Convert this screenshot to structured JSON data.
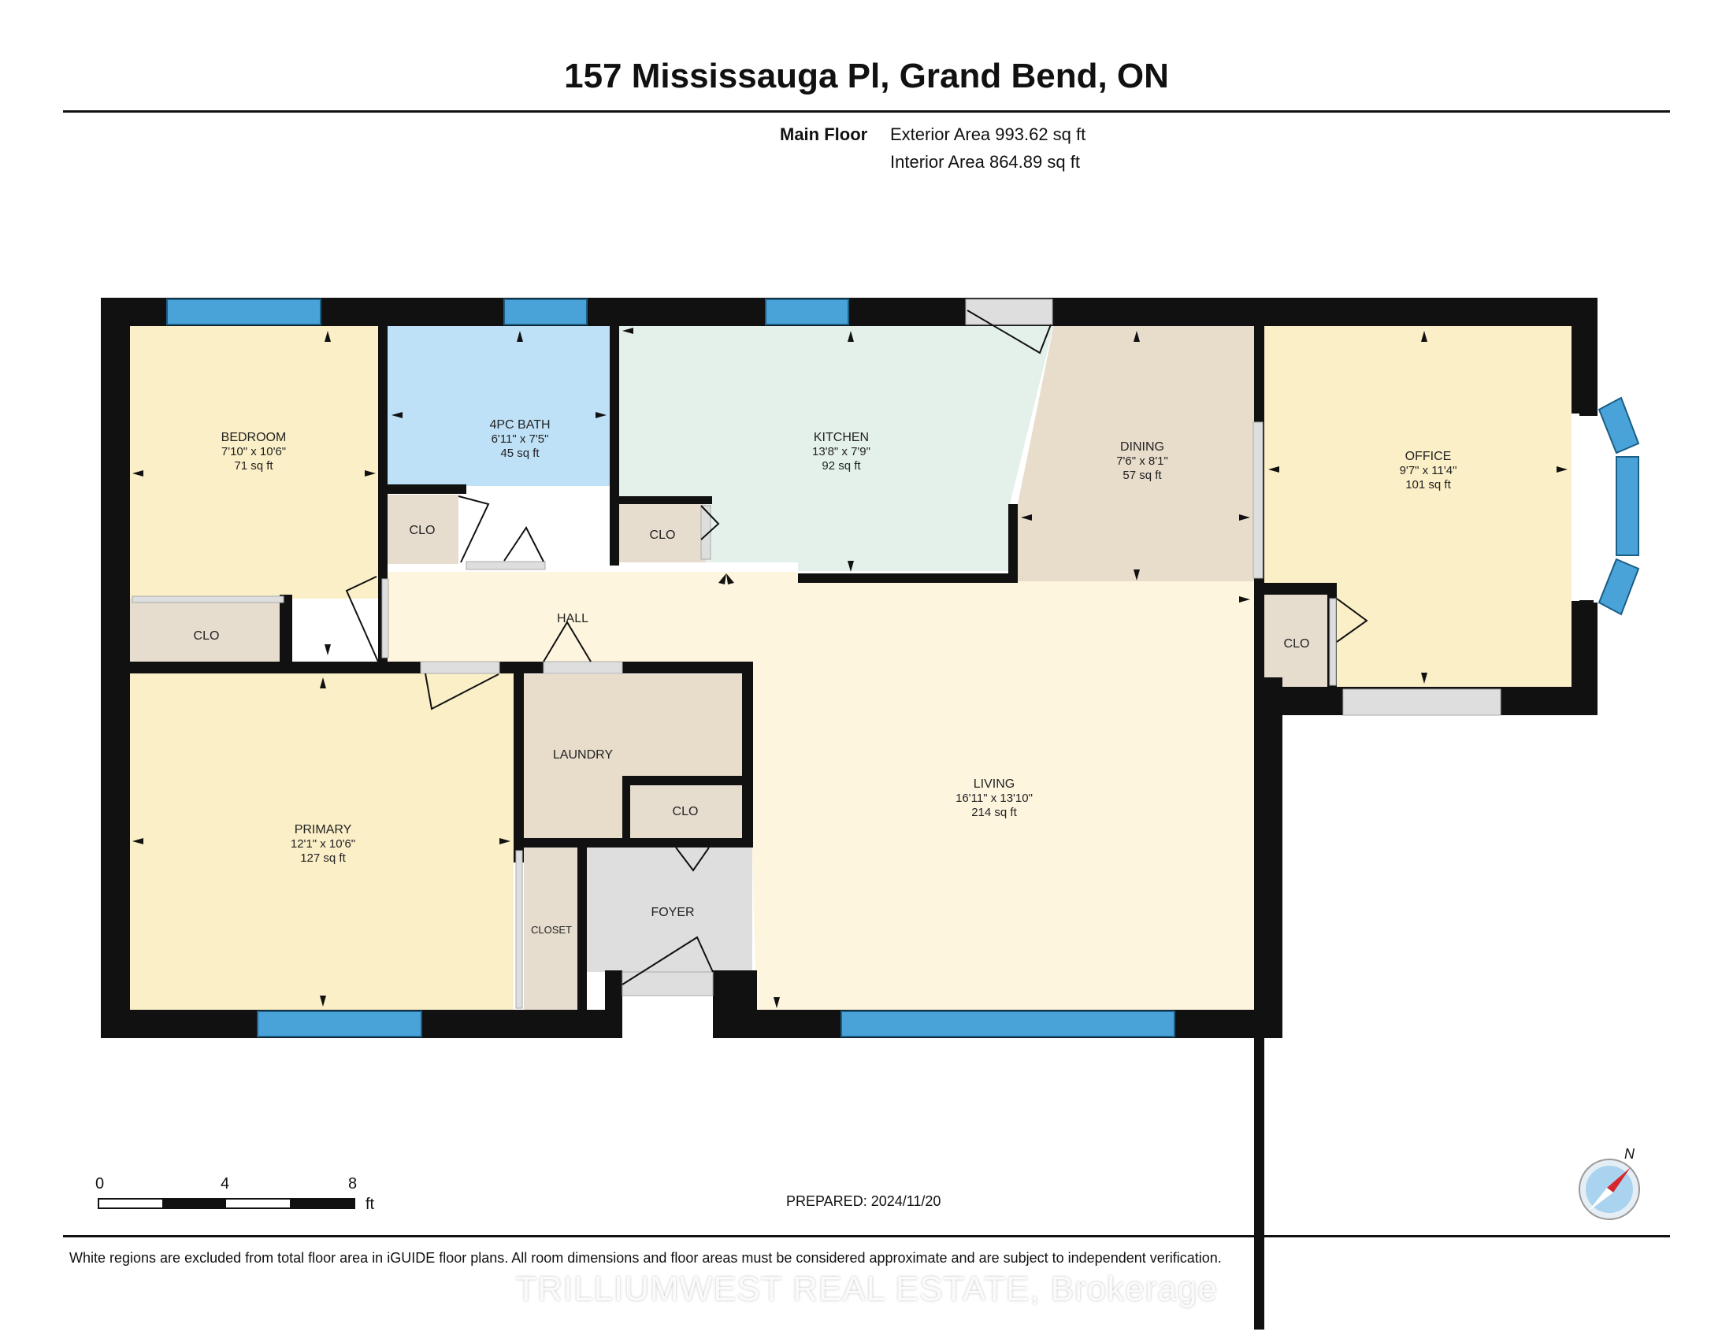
{
  "header": {
    "title": "157 Mississauga Pl, Grand Bend, ON",
    "floor_label": "Main Floor",
    "exterior_area": "Exterior Area 993.62 sq ft",
    "interior_area": "Interior Area 864.89 sq ft"
  },
  "rooms": {
    "bedroom": {
      "name": "BEDROOM",
      "dims": "7'10\" x 10'6\"",
      "area": "71 sq ft"
    },
    "bath": {
      "name": "4PC BATH",
      "dims": "6'11\" x 7'5\"",
      "area": "45 sq ft"
    },
    "kitchen": {
      "name": "KITCHEN",
      "dims": "13'8\" x 7'9\"",
      "area": "92 sq ft"
    },
    "dining": {
      "name": "DINING",
      "dims": "7'6\" x 8'1\"",
      "area": "57 sq ft"
    },
    "office": {
      "name": "OFFICE",
      "dims": "9'7\" x 11'4\"",
      "area": "101 sq ft"
    },
    "living": {
      "name": "LIVING",
      "dims": "16'11\" x 13'10\"",
      "area": "214 sq ft"
    },
    "primary": {
      "name": "PRIMARY",
      "dims": "12'1\" x 10'6\"",
      "area": "127 sq ft"
    },
    "hall": {
      "name": "HALL"
    },
    "laundry": {
      "name": "LAUNDRY"
    },
    "foyer": {
      "name": "FOYER"
    },
    "closet": {
      "name": "CLOSET"
    },
    "clo_label": "CLO"
  },
  "scale": {
    "ticks": [
      "0",
      "4",
      "8"
    ],
    "unit": "ft"
  },
  "compass_label": "N",
  "prepared": "PREPARED: 2024/11/20",
  "footnote": "White regions are excluded from total floor area in iGUIDE floor plans. All room dimensions and floor areas must be considered approximate and are subject to independent verification.",
  "watermark": "TRILLIUMWEST REAL ESTATE, Brokerage",
  "colors": {
    "wall": "#111111",
    "window": "#4aa3d8",
    "bedroom": "#fbefc7",
    "bath": "#bfe1f7",
    "kitchen": "#e4f1ea",
    "dining": "#e8dccb",
    "office": "#fbefc7",
    "living": "#fdf5de",
    "closet": "#e6ddcf",
    "foyer": "#dedede"
  }
}
